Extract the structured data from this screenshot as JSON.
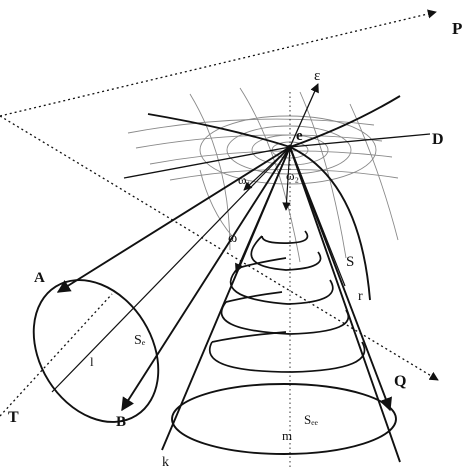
{
  "labels": {
    "p": "P",
    "e_axis": "ε",
    "vertex": "e",
    "d": "D",
    "omega1": "ω₁",
    "omega2": "ω₂",
    "omega": "ω",
    "s": "S",
    "r": "r",
    "a": "A",
    "se": "Sₑ",
    "l": "l",
    "b": "B",
    "t": "T",
    "q": "Q",
    "m": "m",
    "see": "Sₑₑ",
    "k": "k"
  }
}
